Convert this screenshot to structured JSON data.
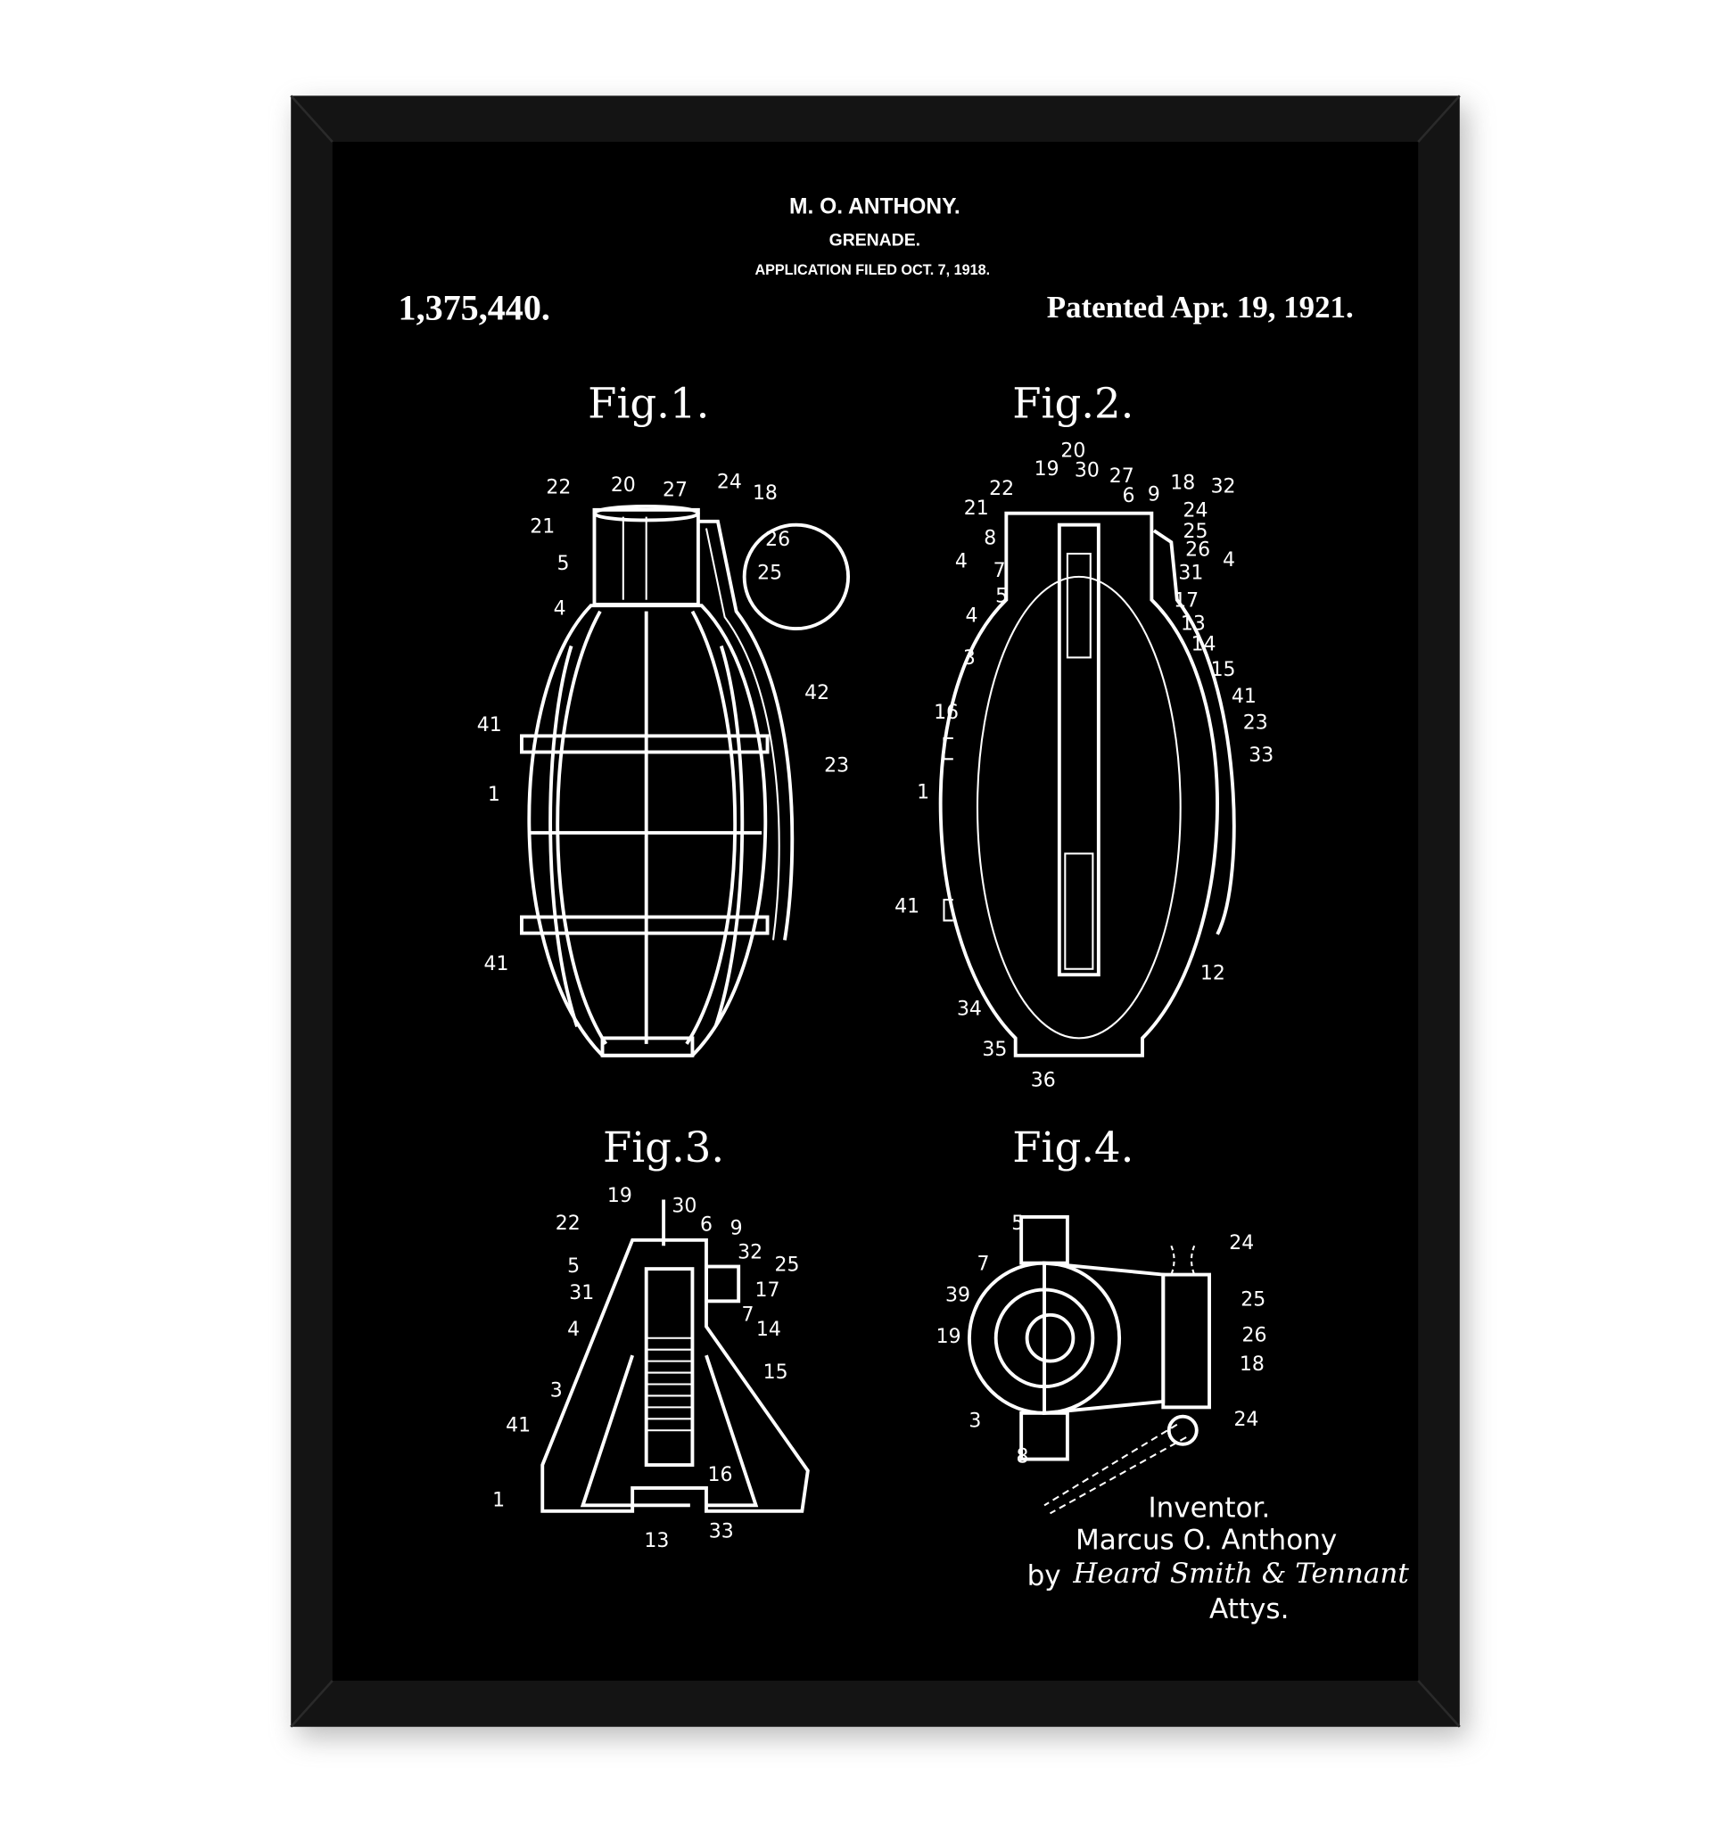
{
  "header": {
    "inventor": "M. O. ANTHONY.",
    "title": "GRENADE.",
    "filed": "APPLICATION FILED OCT. 7, 1918.",
    "patent_number": "1,375,440.",
    "patented": "Patented Apr. 19, 1921."
  },
  "figures": [
    {
      "title": "Fig.1.",
      "labels": [
        "22",
        "20",
        "27",
        "24",
        "18",
        "21",
        "26",
        "5",
        "25",
        "4",
        "42",
        "41",
        "23",
        "1",
        "41"
      ]
    },
    {
      "title": "Fig.2.",
      "labels": [
        "20",
        "19",
        "30",
        "27",
        "18",
        "32",
        "22",
        "6",
        "9",
        "24",
        "21",
        "25",
        "8",
        "26",
        "4",
        "7",
        "31",
        "4",
        "5",
        "17",
        "13",
        "4",
        "14",
        "3",
        "15",
        "16",
        "41",
        "23",
        "33",
        "1",
        "41",
        "12",
        "34",
        "35",
        "36"
      ]
    },
    {
      "title": "Fig.3.",
      "labels": [
        "19",
        "30",
        "6",
        "9",
        "22",
        "32",
        "25",
        "5",
        "17",
        "31",
        "7",
        "14",
        "4",
        "15",
        "3",
        "41",
        "16",
        "1",
        "33",
        "13"
      ]
    },
    {
      "title": "Fig.4.",
      "labels": [
        "5",
        "24",
        "7",
        "39",
        "25",
        "19",
        "26",
        "18",
        "3",
        "24",
        "8"
      ]
    }
  ],
  "signature": {
    "inventor_label": "Inventor.",
    "inventor_name": "Marcus O. Anthony",
    "by": "by",
    "attorneys": "Heard Smith & Tennant",
    "attys_label": "Attys."
  },
  "colors": {
    "frame": "#111111",
    "mat": "#000000",
    "ink": "#ffffff",
    "background": "#ffffff"
  }
}
